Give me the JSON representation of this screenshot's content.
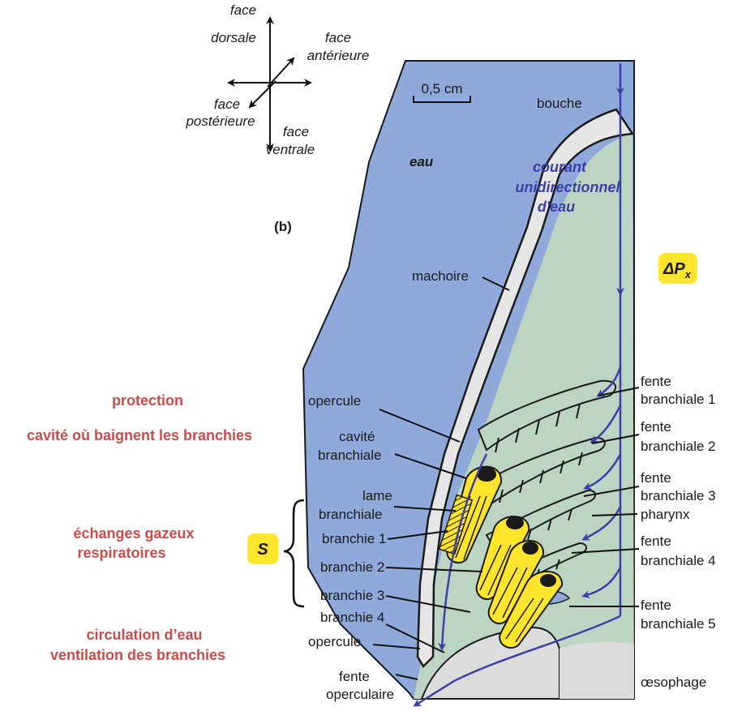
{
  "orientation": {
    "dorsal": [
      "face",
      "dorsale"
    ],
    "ventral": [
      "face",
      "ventrale"
    ],
    "anterior": [
      "face",
      "antérieure"
    ],
    "posterior": [
      "face",
      "postérieure"
    ]
  },
  "scale_bar": "0,5 cm",
  "panel_label": "(b)",
  "labels": {
    "eau": "eau",
    "bouche": "bouche",
    "courant": [
      "courant",
      "unidirectionnel",
      "d'eau"
    ],
    "delta_p": "ΔP",
    "delta_p_sub": "x",
    "machoire": "machoire",
    "opercule_top": "opercule",
    "cavite": [
      "cavité",
      "branchiale"
    ],
    "lame": [
      "lame",
      "branchiale"
    ],
    "branchie_1": "branchie 1",
    "branchie_2": "branchie 2",
    "branchie_3": "branchie 3",
    "branchie_4": "branchie 4",
    "opercule_bottom": "opercule",
    "fente_operculaire": [
      "fente",
      "operculaire"
    ],
    "fente_1": [
      "fente",
      "branchiale 1"
    ],
    "fente_2": [
      "fente",
      "branchiale 2"
    ],
    "fente_3": [
      "fente",
      "branchiale 3"
    ],
    "fente_4": [
      "fente",
      "branchiale 4"
    ],
    "fente_5": [
      "fente",
      "branchiale 5"
    ],
    "pharynx": "pharynx",
    "oesophage": "œsophage",
    "s_badge": "S"
  },
  "functions": {
    "protection": "protection",
    "cavite": "cavité où baignent les branchies",
    "echanges": [
      "échanges gazeux",
      "respiratoires"
    ],
    "circulation": [
      "circulation d’eau",
      "ventilation des branchies"
    ]
  },
  "colors": {
    "water": "#8fa9db",
    "pharynx": "#bcd5c2",
    "jaw": "#e6e6e6",
    "gill": "#ffe52b",
    "gill_dark": "#1a1a1a",
    "arrow": "#3b3fa8",
    "function_text": "#cc4a4a",
    "badge": "#ffe52b"
  }
}
